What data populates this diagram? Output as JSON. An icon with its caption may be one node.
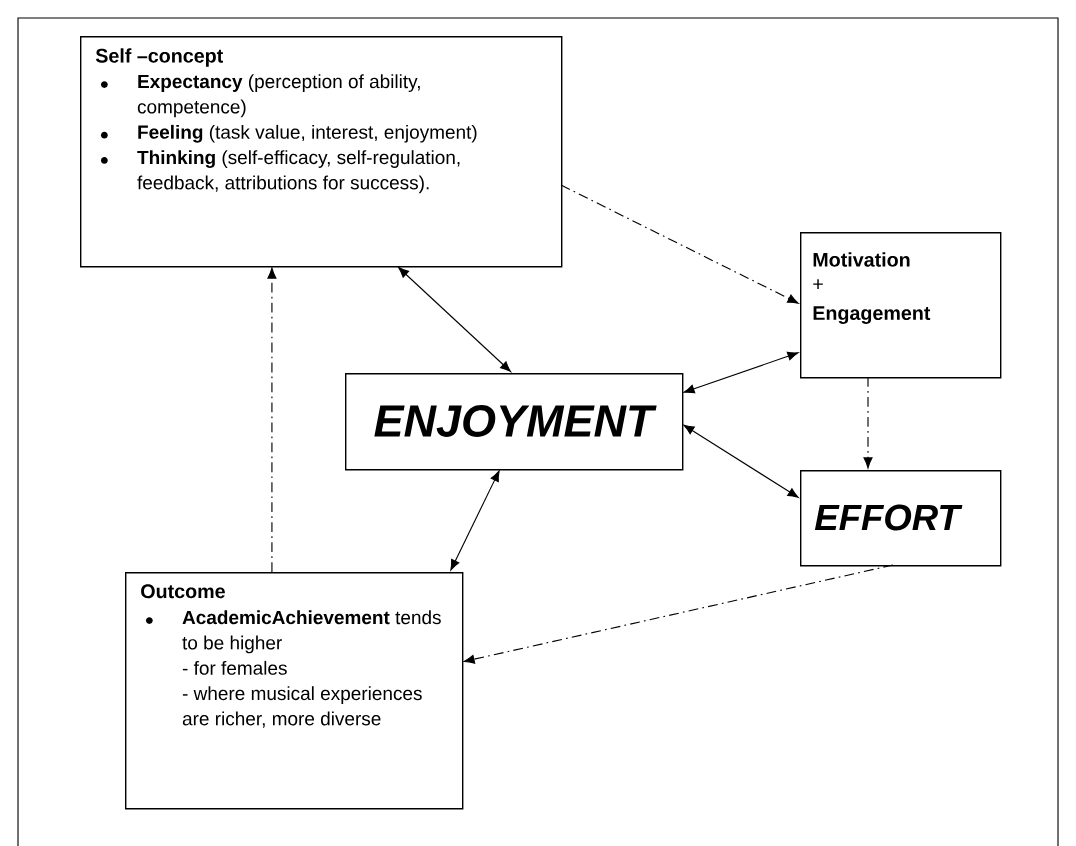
{
  "diagram": {
    "nodes": [
      {
        "text": [
          "Self –concept",
          "**Expectancy** (perception of ability, competence)",
          "**Feeling** (task value, interest, enjoyment)",
          "**Thinking** (self-efficacy, self-regulation, feedback, attributions for success)."
        ]
      },
      {
        "text": [
          "Motivation",
          "+",
          "Engagement"
        ]
      },
      {
        "text": [
          "ENJOYMENT"
        ]
      },
      {
        "text": [
          "EFFORT"
        ]
      },
      {
        "text": [
          "Outcome",
          "**AcademicAchievement** tends to be higher",
          "- for females",
          "- where musical experiences are richer, more diverse"
        ]
      }
    ],
    "edges": [
      {
        "from": 0,
        "to": 2,
        "arrow": "both"
      },
      {
        "from": 0,
        "to": 1,
        "arrow": "to",
        "style": "dashed"
      },
      {
        "from": 1,
        "to": 2,
        "arrow": "both"
      },
      {
        "from": 2,
        "to": 3,
        "arrow": "both"
      },
      {
        "from": 1,
        "to": 3,
        "arrow": "to",
        "style": "dashed"
      },
      {
        "from": 3,
        "to": 4,
        "arrow": "to",
        "style": "dashed"
      },
      {
        "from": 4,
        "to": 0,
        "arrow": "to",
        "style": "dashed"
      },
      {
        "from": 2,
        "to": 4,
        "arrow": "both"
      }
    ]
  }
}
